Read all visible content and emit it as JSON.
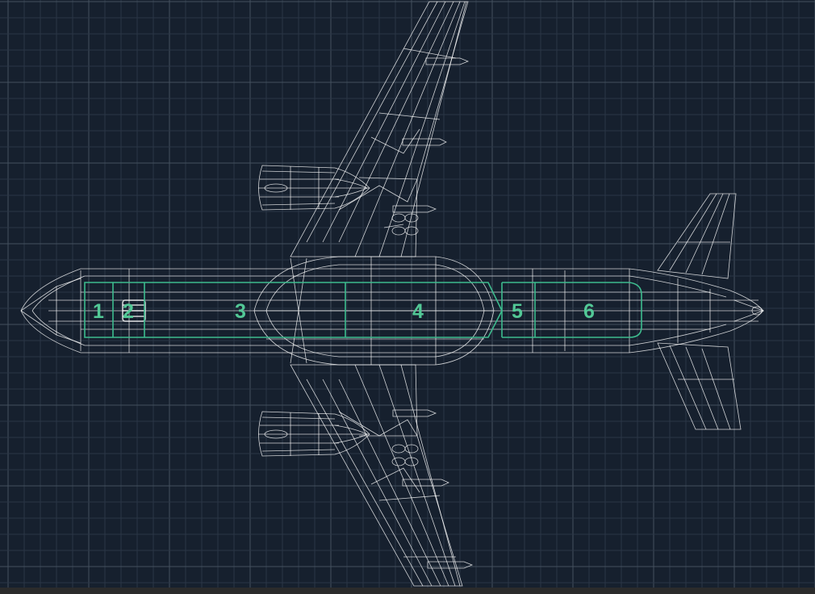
{
  "colors": {
    "background": "#16202e",
    "grid_minor": "#2a3646",
    "grid_major": "#44505e",
    "wireframe": "#ffffff",
    "zone_outline": "#3dbb8e",
    "zone_label": "#52c896",
    "bottom_strip": "#2b2b2b"
  },
  "zones": [
    {
      "label": "1"
    },
    {
      "label": "2"
    },
    {
      "label": "3"
    },
    {
      "label": "4"
    },
    {
      "label": "5"
    },
    {
      "label": "6"
    }
  ]
}
